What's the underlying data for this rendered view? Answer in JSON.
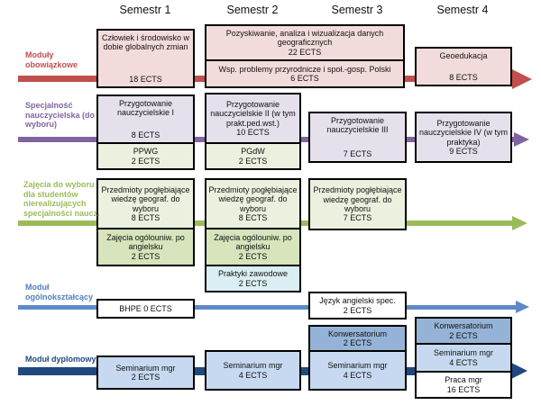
{
  "semesters": [
    "Semestr 1",
    "Semestr 2",
    "Semestr 3",
    "Semestr 4"
  ],
  "colors": {
    "mandatory": "#c0504d",
    "teacher_specialty": "#8064a2",
    "elective": "#9bbb59",
    "general_education": "#4f81bd",
    "diploma": "#1f497d",
    "pink_fill": "#f2dcdb",
    "purple_fill": "#e5e0ec",
    "pale_green_fill": "#ebf1de",
    "mid_green_fill": "#d7e4bc",
    "pale_cyan_fill": "#daeef3",
    "light_blue_fill": "#c6d9f0",
    "mid_blue_fill": "#95b3d7"
  },
  "modules": [
    {
      "label": "Moduły obowiązkowe",
      "color": "#c0504d",
      "boxes": [
        {
          "title": "Człowiek i środowisko w dobie globalnych zmian",
          "ects": "18 ECTS"
        },
        {
          "title": "Pozyskiwanie, analiza i wizualizacja danych geograficznych",
          "ects": "22 ECTS"
        },
        {
          "title": "Wsp. problemy przyrodnicze i społ.-gosp. Polski",
          "ects": "6 ECTS"
        },
        {
          "title": "Geoedukacja",
          "ects": "8 ECTS"
        }
      ]
    },
    {
      "label": "Specjalność nauczycielska (do wyboru)",
      "color": "#8064a2",
      "boxes": [
        {
          "title": "Przygotowanie nauczycielskie I",
          "ects": "8 ECTS"
        },
        {
          "title": "PPWG",
          "ects": "2 ECTS"
        },
        {
          "title": "Przygotowanie nauczycielskie II (w tym prakt.ped.wst.)",
          "ects": "10 ECTS"
        },
        {
          "title": "PGdW",
          "ects": "2 ECTS"
        },
        {
          "title": "Przygotowanie nauczycielskie III",
          "ects": "7 ECTS"
        },
        {
          "title": "Przygotowanie nauczycielskie IV (w tym praktyka)",
          "ects": "9 ECTS"
        }
      ]
    },
    {
      "label": "Zajęcia do wyboru dla studentów nierealizujących specjalności naucz.",
      "color": "#9bbb59",
      "boxes": [
        {
          "title": "Przedmioty pogłębiające wiedzę geograf. do wyboru",
          "ects": "8 ECTS"
        },
        {
          "title": "Zajęcia ogólouniw. po angielsku",
          "ects": "2 ECTS"
        },
        {
          "title": "Przedmioty pogłębiające wiedzę geograf. do wyboru",
          "ects": "8 ECTS"
        },
        {
          "title": "Zajęcia ogólouniw. po angielsku",
          "ects": "2 ECTS"
        },
        {
          "title": "Praktyki zawodowe",
          "ects": "2 ECTS"
        },
        {
          "title": "Przedmioty pogłębiające wiedzę geograf. do wyboru",
          "ects": "7 ECTS"
        }
      ]
    },
    {
      "label": "Moduł ogólnokształcący",
      "color": "#4f81bd",
      "boxes": [
        {
          "title": "BHPE 0 ECTS",
          "ects": ""
        },
        {
          "title": "Język angielski spec.",
          "ects": "2 ECTS"
        }
      ]
    },
    {
      "label": "Moduł dyplomowy",
      "color": "#1f497d",
      "boxes": [
        {
          "title": "Seminarium mgr",
          "ects": "2 ECTS"
        },
        {
          "title": "Seminarium mgr",
          "ects": "4 ECTS"
        },
        {
          "title": "Konwersatorium",
          "ects": "2 ECTS"
        },
        {
          "title": "Seminarium mgr",
          "ects": "4 ECTS"
        },
        {
          "title": "Konwersatorium",
          "ects": "2 ECTS"
        },
        {
          "title": "Seminarium mgr",
          "ects": "4 ECTS"
        },
        {
          "title": "Praca mgr",
          "ects": "16 ECTS"
        }
      ]
    }
  ]
}
